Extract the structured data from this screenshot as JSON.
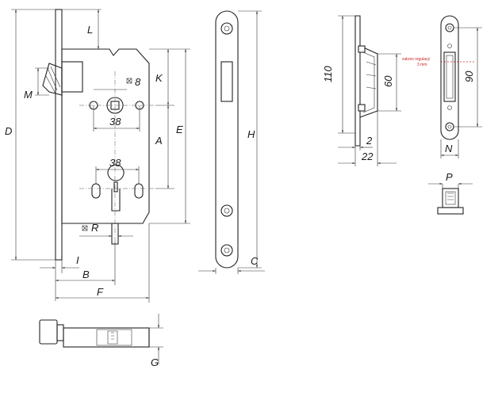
{
  "lock_front": {
    "labels": {
      "L": "L",
      "M": "M",
      "K": "K",
      "A": "A",
      "E": "E",
      "D": "D",
      "R": "R",
      "I": "I",
      "B": "B",
      "F": "F",
      "cam_size": "8",
      "spacing_top": "38",
      "spacing_cyl": "38"
    }
  },
  "faceplate": {
    "labels": {
      "H": "H",
      "C": "C"
    }
  },
  "lock_bottom": {
    "labels": {
      "G": "G"
    }
  },
  "strike_side": {
    "labels": {
      "h110": "110",
      "h60": "60",
      "t2": "2",
      "w22": "22"
    }
  },
  "strike_front": {
    "labels": {
      "h90": "90",
      "N": "N"
    },
    "adjustment_note_1": "zakres regulacji",
    "adjustment_note_2": "3 mm"
  },
  "strike_detail": {
    "labels": {
      "P": "P"
    }
  },
  "colors": {
    "line": "#222222",
    "dimension": "#333333",
    "annotation": "#cc2222"
  }
}
